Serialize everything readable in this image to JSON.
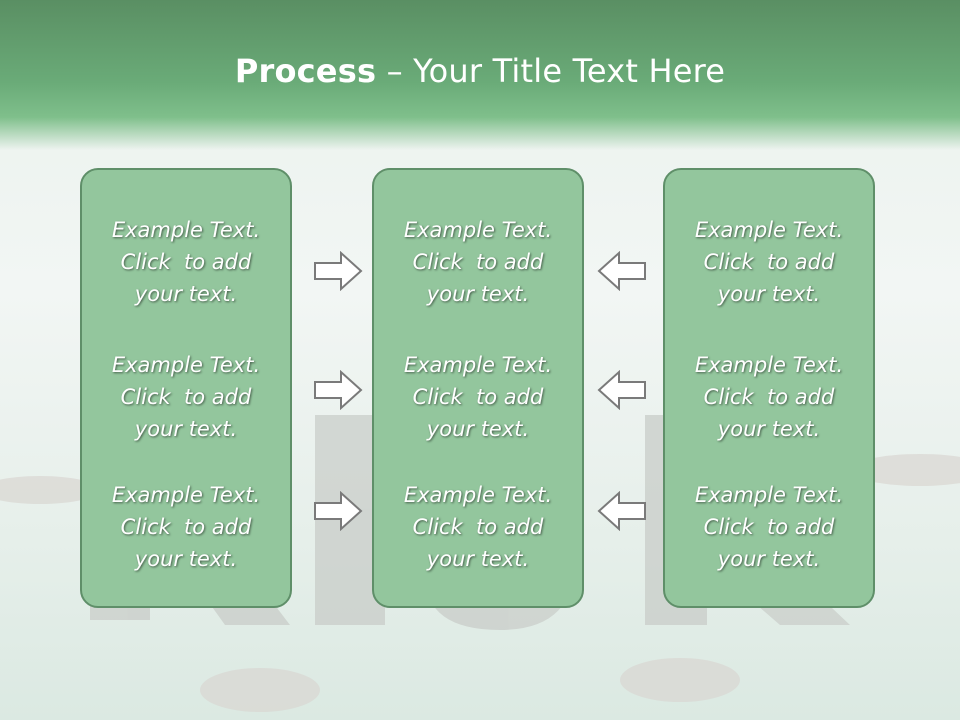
{
  "slide": {
    "title_bold": "Process",
    "title_rest": " – Your Title Text Here"
  },
  "panels": [
    {
      "blocks": [
        {
          "line1": "Example Text.",
          "line2": "Click  to add",
          "line3": "your text."
        },
        {
          "line1": "Example Text.",
          "line2": "Click  to add",
          "line3": "your text."
        },
        {
          "line1": "Example Text.",
          "line2": "Click  to add",
          "line3": "your text."
        }
      ]
    },
    {
      "blocks": [
        {
          "line1": "Example Text.",
          "line2": "Click  to add",
          "line3": "your text."
        },
        {
          "line1": "Example Text.",
          "line2": "Click  to add",
          "line3": "your text."
        },
        {
          "line1": "Example Text.",
          "line2": "Click  to add",
          "line3": "your text."
        }
      ]
    },
    {
      "blocks": [
        {
          "line1": "Example Text.",
          "line2": "Click  to add",
          "line3": "your text."
        },
        {
          "line1": "Example Text.",
          "line2": "Click  to add",
          "line3": "your text."
        },
        {
          "line1": "Example Text.",
          "line2": "Click  to add",
          "line3": "your text."
        }
      ]
    }
  ],
  "icons": {
    "left_arrows": "arrow-right-icon",
    "right_arrows": "arrow-left-icon"
  },
  "colors": {
    "header": "#6aab78",
    "panel_fill": "#93c69d",
    "panel_border": "#5f8f69",
    "arrow_fill": "#ffffff",
    "arrow_stroke": "#7a7a7a"
  }
}
